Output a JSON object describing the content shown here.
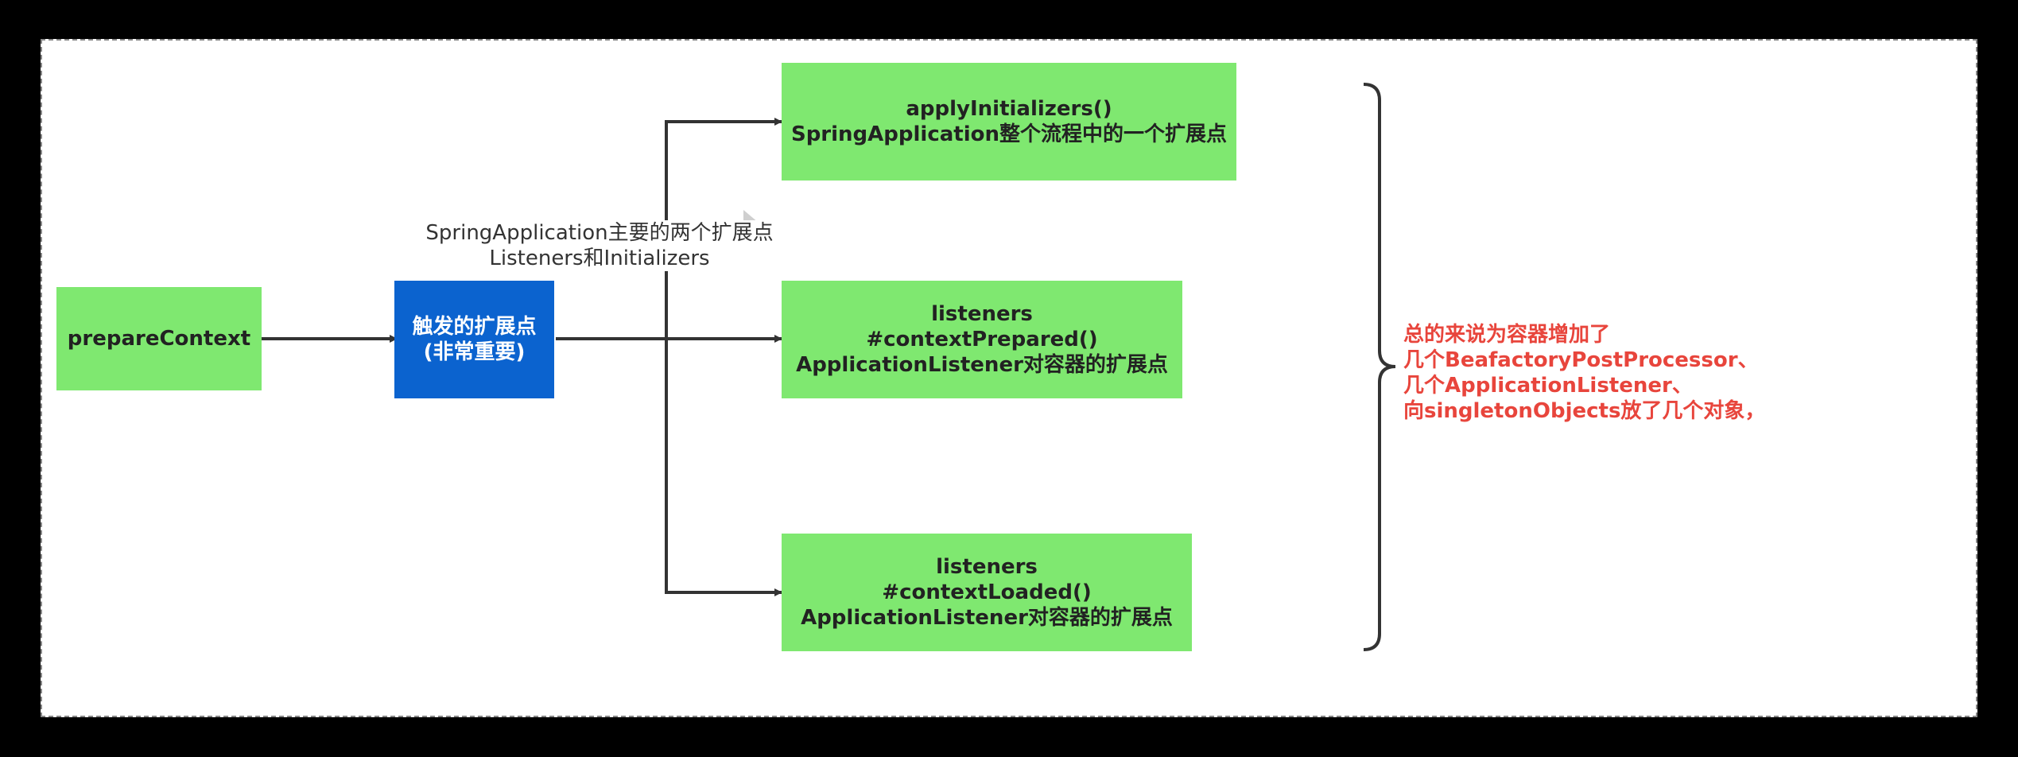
{
  "nodes": {
    "prepare_context": {
      "label": "prepareContext"
    },
    "trigger": {
      "line1": "触发的扩展点",
      "line2": "(非常重要)"
    },
    "apply_initializers": {
      "line1": "applyInitializers()",
      "line2": "SpringApplication整个流程中的一个扩展点"
    },
    "context_prepared": {
      "line1": "listeners",
      "line2": "#contextPrepared()",
      "line3": "ApplicationListener对容器的扩展点"
    },
    "context_loaded": {
      "line1": "listeners",
      "line2": "#contextLoaded()",
      "line3": "ApplicationListener对容器的扩展点"
    }
  },
  "note": {
    "line1": "SpringApplication主要的两个扩展点",
    "line2": "Listeners和Initializers"
  },
  "summary": {
    "line1": "总的来说为容器增加了",
    "line2": "几个BeafactoryPostProcessor、",
    "line3": "几个ApplicationListener、",
    "line4": "向singletonObjects放了几个对象，"
  },
  "colors": {
    "green_node": "#7fe870",
    "blue_node": "#0b63cf",
    "summary_text": "#e8453c",
    "connector": "#333333",
    "background": "#000000"
  }
}
